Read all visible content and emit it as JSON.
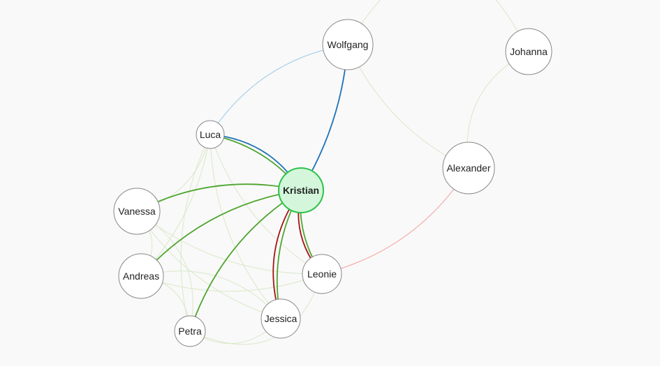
{
  "selected": "Kristian",
  "colors": {
    "faint": "#d9e8c8",
    "green": "#4ea52e",
    "blue": "#1e72b8",
    "lightblue": "#a9d1ea",
    "red": "#a31515",
    "pink": "#f5aaaa"
  },
  "nodes": [
    {
      "id": "Wolfgang",
      "label": "Wolfgang"
    },
    {
      "id": "Johanna",
      "label": "Johanna"
    },
    {
      "id": "Luca",
      "label": "Luca"
    },
    {
      "id": "Kristian",
      "label": "Kristian"
    },
    {
      "id": "Alexander",
      "label": "Alexander"
    },
    {
      "id": "Vanessa",
      "label": "Vanessa"
    },
    {
      "id": "Andreas",
      "label": "Andreas"
    },
    {
      "id": "Leonie",
      "label": "Leonie"
    },
    {
      "id": "Jessica",
      "label": "Jessica"
    },
    {
      "id": "Petra",
      "label": "Petra"
    }
  ],
  "edges": [
    {
      "source": "Wolfgang",
      "target": "Johanna",
      "color": "faint"
    },
    {
      "source": "Wolfgang",
      "target": "Alexander",
      "color": "faint"
    },
    {
      "source": "Johanna",
      "target": "Alexander",
      "color": "faint"
    },
    {
      "source": "Luca",
      "target": "Vanessa",
      "color": "faint"
    },
    {
      "source": "Luca",
      "target": "Andreas",
      "color": "faint"
    },
    {
      "source": "Luca",
      "target": "Petra",
      "color": "faint"
    },
    {
      "source": "Luca",
      "target": "Jessica",
      "color": "faint"
    },
    {
      "source": "Luca",
      "target": "Leonie",
      "color": "faint"
    },
    {
      "source": "Vanessa",
      "target": "Andreas",
      "color": "faint"
    },
    {
      "source": "Vanessa",
      "target": "Petra",
      "color": "faint"
    },
    {
      "source": "Vanessa",
      "target": "Jessica",
      "color": "faint"
    },
    {
      "source": "Vanessa",
      "target": "Leonie",
      "color": "faint"
    },
    {
      "source": "Andreas",
      "target": "Petra",
      "color": "faint"
    },
    {
      "source": "Andreas",
      "target": "Jessica",
      "color": "faint"
    },
    {
      "source": "Andreas",
      "target": "Leonie",
      "color": "faint"
    },
    {
      "source": "Petra",
      "target": "Jessica",
      "color": "faint"
    },
    {
      "source": "Petra",
      "target": "Leonie",
      "color": "faint"
    },
    {
      "source": "Kristian",
      "target": "Wolfgang",
      "color": "blue"
    },
    {
      "source": "Kristian",
      "target": "Luca",
      "color": "blue"
    },
    {
      "source": "Kristian",
      "target": "Luca",
      "color": "green"
    },
    {
      "source": "Kristian",
      "target": "Vanessa",
      "color": "green"
    },
    {
      "source": "Kristian",
      "target": "Andreas",
      "color": "green"
    },
    {
      "source": "Kristian",
      "target": "Petra",
      "color": "green"
    },
    {
      "source": "Kristian",
      "target": "Leonie",
      "color": "green"
    },
    {
      "source": "Kristian",
      "target": "Leonie",
      "color": "red"
    },
    {
      "source": "Kristian",
      "target": "Jessica",
      "color": "green"
    },
    {
      "source": "Kristian",
      "target": "Jessica",
      "color": "red"
    },
    {
      "source": "Luca",
      "target": "Wolfgang",
      "color": "lightblue"
    },
    {
      "source": "Alexander",
      "target": "Leonie",
      "color": "pink"
    }
  ]
}
